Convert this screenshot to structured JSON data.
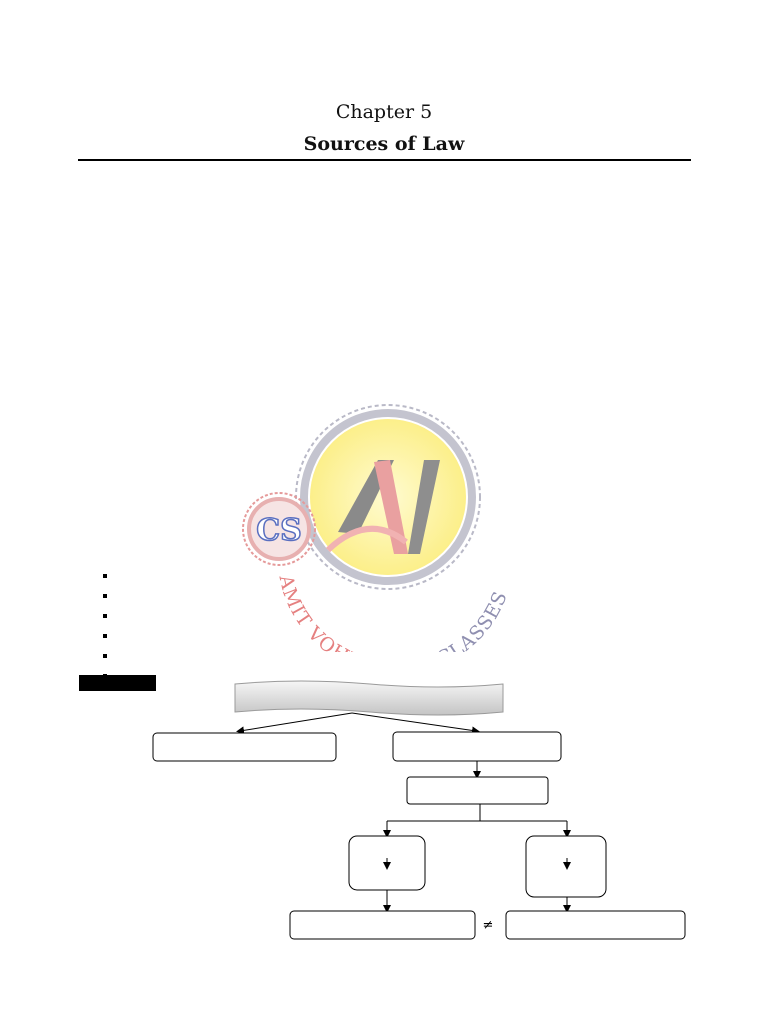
{
  "document": {
    "chapter_label": "Chapter 5",
    "title": "Sources of Law"
  },
  "watermark": {
    "badge_text": "CS",
    "logo_mark": "AV",
    "arc_text": "AMIT VOHRA LAW CLASSES",
    "arc_text_part1": "AMIT VOHRA",
    "arc_text_part2": "LAW CLASSES",
    "colors": {
      "circle_fill": "#fdf6b0",
      "ring": "#a0a0b0",
      "red": "#e07070",
      "blue_badge": "#5a6fc0",
      "gray_mark": "#8a8a8a"
    }
  },
  "bullets_count": 6,
  "diagram": {
    "not_equal_symbol": "≠",
    "colors": {
      "stroke": "#000000",
      "banner_fill_top": "#f4f4f4",
      "banner_fill_bottom": "#c8c8c8"
    }
  }
}
